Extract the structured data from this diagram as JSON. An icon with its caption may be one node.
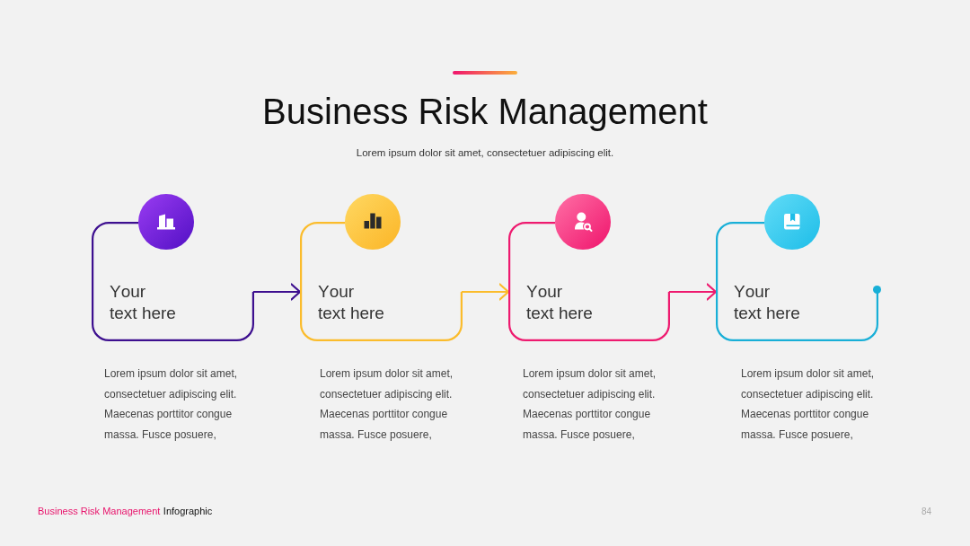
{
  "diagram": {
    "title": "Business Risk Management",
    "nodes": [
      {
        "text": [
          "Your text here"
        ],
        "beside": [
          "Lorem ipsum dolor sit amet, consectetuer adipiscing elit. Maecenas porttitor congue massa. Fusce posuere,"
        ]
      },
      {
        "text": [
          "Your text here"
        ],
        "beside": [
          "Lorem ipsum dolor sit amet, consectetuer adipiscing elit. Maecenas porttitor congue massa. Fusce posuere,"
        ]
      },
      {
        "text": [
          "Your text here"
        ],
        "beside": [
          "Lorem ipsum dolor sit amet, consectetuer adipiscing elit. Maecenas porttitor congue massa. Fusce posuere,"
        ]
      },
      {
        "text": [
          "Your text here"
        ],
        "beside": [
          "Lorem ipsum dolor sit amet, consectetuer adipiscing elit. Maecenas porttitor congue massa. Fusce posuere,"
        ]
      }
    ],
    "edges": [
      {
        "from": 0,
        "to": 1,
        "arrow": "to",
        "color": "#3d0f8f"
      },
      {
        "from": 1,
        "to": 2,
        "arrow": "to",
        "color": "#fbbc2c"
      },
      {
        "from": 2,
        "to": 3,
        "arrow": "to",
        "color": "#ee1a6f"
      }
    ],
    "labels": [
      "Lorem ipsum dolor sit amet, consectetuer adipiscing elit.",
      "Business Risk Management",
      "Infographic",
      "84"
    ]
  }
}
